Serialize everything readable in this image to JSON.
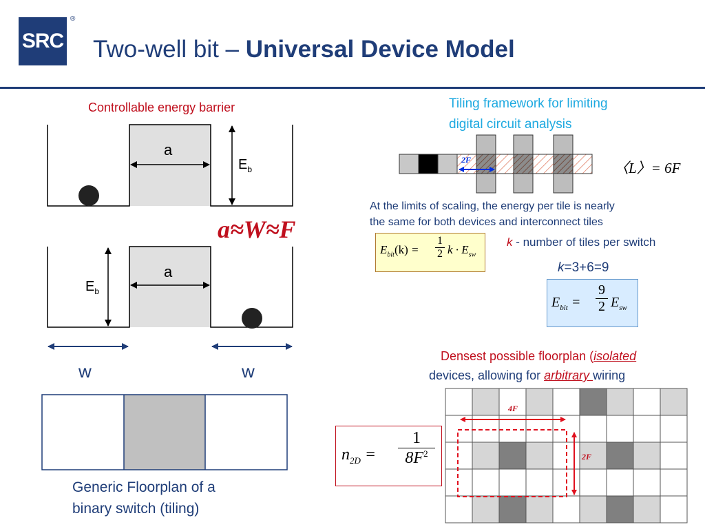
{
  "header": {
    "logo_text": "SRC",
    "logo_mark": "®",
    "title_plain": "Two-well bit – ",
    "title_bold": "Universal Device Model"
  },
  "wells": {
    "caption": "Controllable energy barrier",
    "a_label": "a",
    "eb_label": "E",
    "eb_sub": "b",
    "relation": "a≈W≈F",
    "w_label": "w"
  },
  "floorplan": {
    "caption_line1": "Generic Floorplan of a",
    "caption_line2": "binary switch (tiling)"
  },
  "tiling": {
    "heading_line1": "Tiling framework for limiting",
    "heading_line2": "digital circuit analysis",
    "two_f": "2F",
    "l_formula": "〈L〉= 6F",
    "limits_line1": "At the limits of scaling, the energy per tile is nearly",
    "limits_line2": "the same for both devices and interconnect tiles",
    "k_var": "k",
    "k_desc": " - number of tiles per switch",
    "k_value": "=3+6=9",
    "ebit_k_lhs": "E",
    "ebit_k_sub": "bit",
    "ebit_k_arg": "(k)",
    "ebit_k_rhs": "k · E",
    "esw_sub": "sw",
    "frac_num1": "1",
    "frac_den1": "2",
    "frac_num9": "9",
    "frac_den9": "2"
  },
  "density": {
    "heading_pre": "Densest possible floorplan (",
    "heading_isolated": "isolated",
    "heading_mid": "devices, allowing for ",
    "heading_arbitrary": "arbitrary ",
    "heading_post": "wiring",
    "four_f": "4F",
    "two_f": "2F",
    "n_lhs": "n",
    "n_sub": "2D",
    "n_num": "1",
    "n_den": "8F",
    "n_exp": "2"
  },
  "colors": {
    "brand": "#1f3d78",
    "accent_red": "#c0101e",
    "accent_cyan": "#1ea9e0",
    "barrier_fill": "#e0e0e0"
  }
}
